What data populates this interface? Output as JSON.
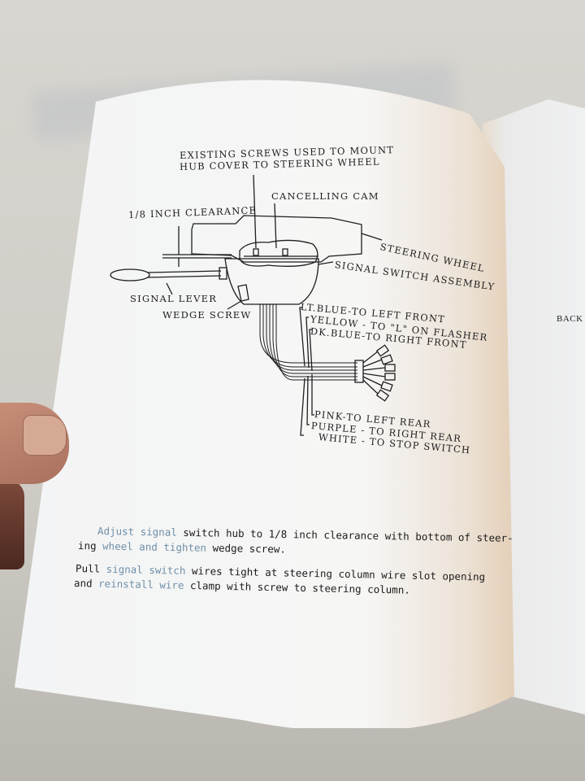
{
  "document": {
    "type": "installation instruction page (photographed booklet)",
    "diagram": {
      "labels": {
        "existing_screws_line1": "EXISTING SCREWS USED TO MOUNT",
        "existing_screws_line2": "HUB COVER TO STEERING WHEEL",
        "cancelling_cam": "CANCELLING CAM",
        "clearance": "1/8 INCH CLEARANCE",
        "steering_wheel": "STEERING WHEEL",
        "signal_switch_assembly": "SIGNAL SWITCH ASSEMBLY",
        "signal_lever": "SIGNAL LEVER",
        "wedge_screw": "WEDGE SCREW"
      },
      "wires": [
        {
          "label": "LT.BLUE-TO LEFT FRONT"
        },
        {
          "label": "YELLOW - TO \"L\" ON FLASHER"
        },
        {
          "label": "DK.BLUE-TO RIGHT FRONT"
        },
        {
          "label": "PINK-TO LEFT REAR"
        },
        {
          "label": "PURPLE - TO RIGHT REAR"
        },
        {
          "label": "WHITE - TO STOP SWITCH"
        }
      ]
    },
    "paragraphs": [
      {
        "line1_faint": "Adjust signal",
        "line1": " switch hub to 1/8 inch clearance with bottom of steer-",
        "line2_start": "ing ",
        "line2_faint": "wheel and tighten",
        "line2": " wedge screw."
      },
      {
        "line1_start": "Pull ",
        "line1_faint": "signal switch",
        "line1": " wires tight at steering column wire slot opening",
        "line2_start": "and ",
        "line2_faint": "reinstall wire",
        "line2": " clamp with screw to steering column."
      }
    ],
    "next_page_fragment": {
      "text": "BACK"
    }
  }
}
